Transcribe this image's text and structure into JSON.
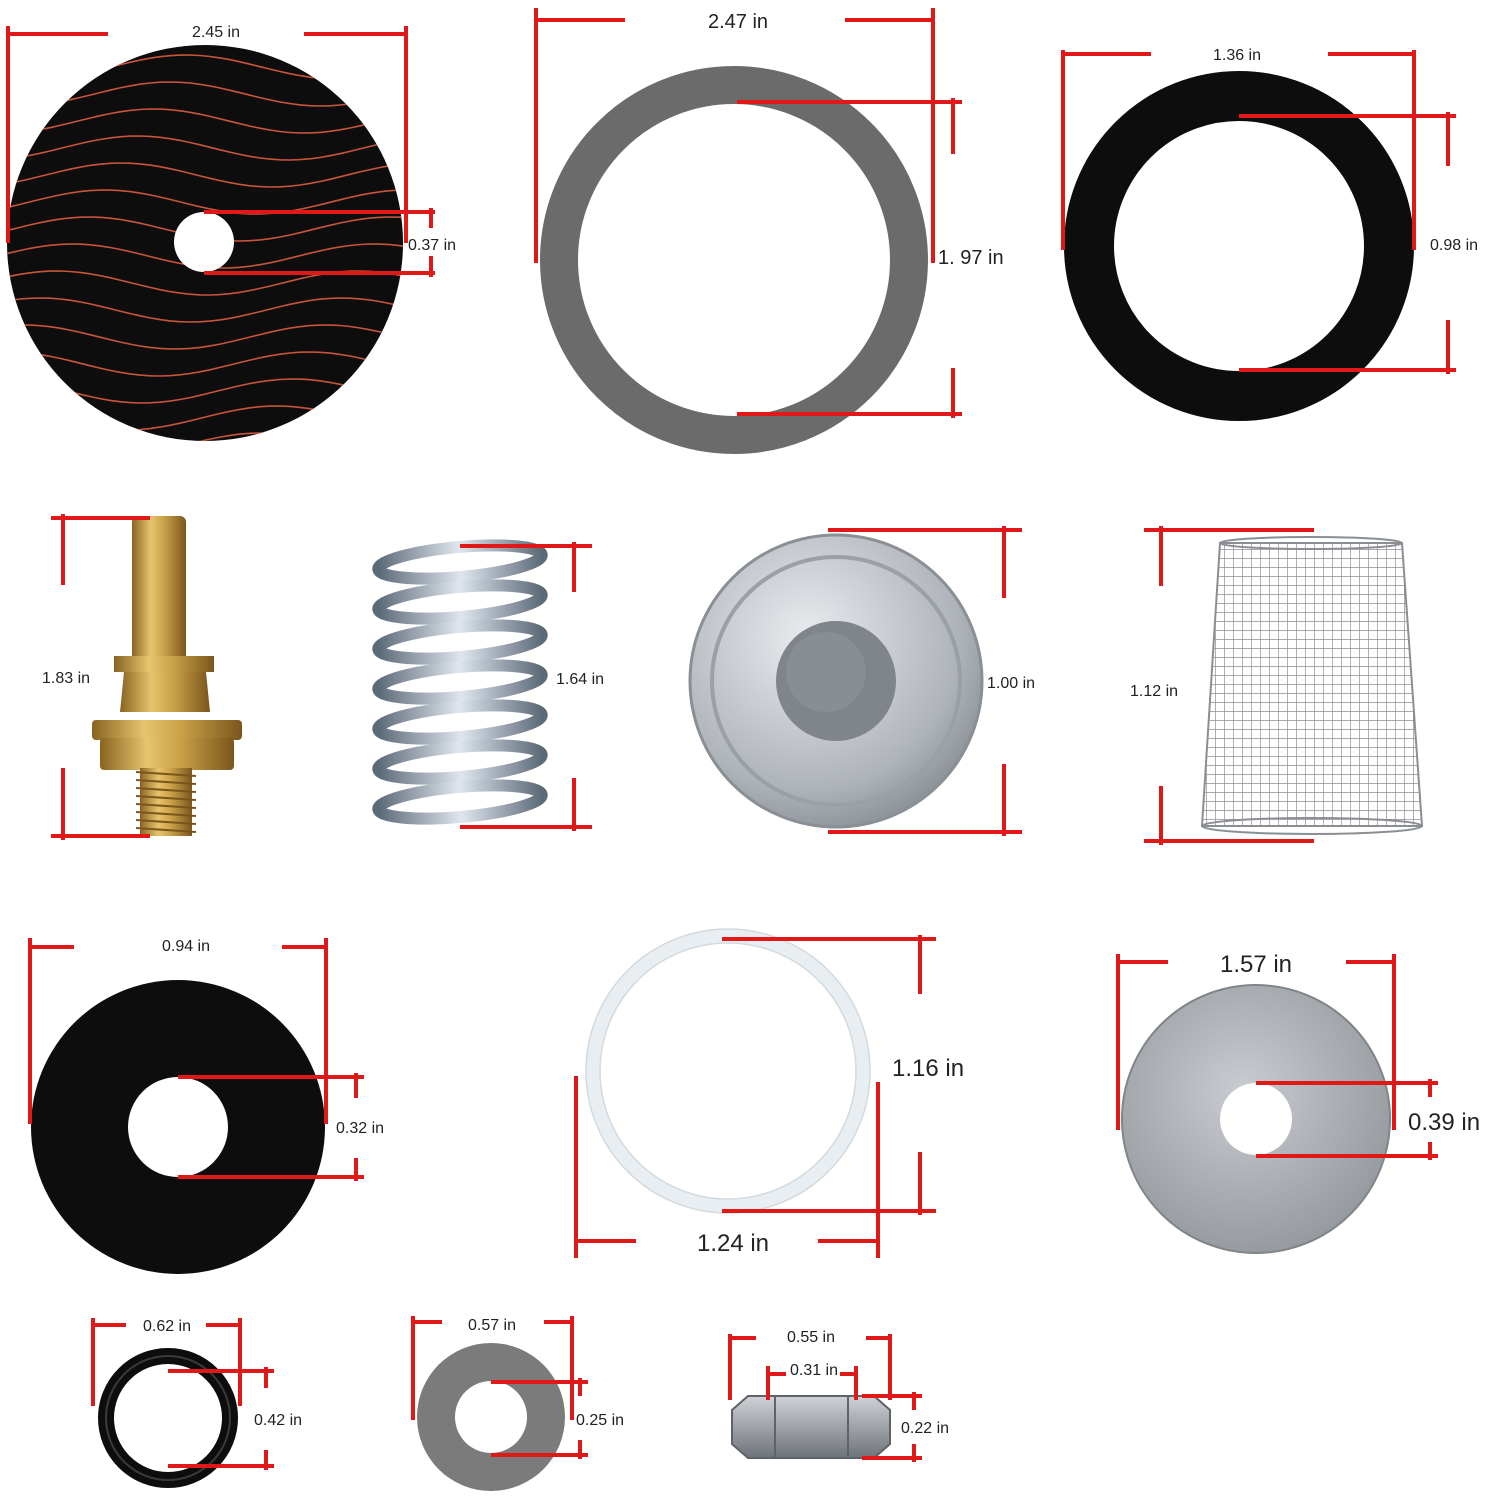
{
  "colors": {
    "dimension_line": "#e01818",
    "label_text": "#222222",
    "rubber_black": "#0d0d0d",
    "fiber_gasket_lines": "#c8553a",
    "gray_gasket": "#6b6b6b",
    "brass": "#c9a048",
    "steel": "#b8bcc2",
    "teflon_white": "#f2f2f2"
  },
  "parts": [
    {
      "id": "fiber-disc",
      "icon": "wavy-fiber-disc",
      "dimensions": [
        "2.45 in",
        "0.37 in"
      ]
    },
    {
      "id": "gray-gasket",
      "icon": "gray-ring-gasket",
      "dimensions": [
        "2.47 in",
        "1. 97 in"
      ]
    },
    {
      "id": "black-gasket",
      "icon": "black-ring-gasket",
      "dimensions": [
        "1.36 in",
        "0.98 in"
      ]
    },
    {
      "id": "brass-stem",
      "icon": "brass-threaded-stem",
      "dimensions": [
        "1.83 in"
      ]
    },
    {
      "id": "spring",
      "icon": "compression-spring",
      "dimensions": [
        "1.64 in"
      ]
    },
    {
      "id": "valve-cap",
      "icon": "steel-valve-disc",
      "dimensions": [
        "1.00 in"
      ]
    },
    {
      "id": "strainer",
      "icon": "mesh-strainer-cone",
      "dimensions": [
        "1.12 in"
      ]
    },
    {
      "id": "rubber-washer",
      "icon": "black-rubber-washer",
      "dimensions": [
        "0.94 in",
        "0.32 in"
      ]
    },
    {
      "id": "teflon-ring",
      "icon": "white-teflon-ring",
      "dimensions": [
        "1.16 in",
        "1.24 in"
      ]
    },
    {
      "id": "steel-washer",
      "icon": "steel-flat-washer",
      "dimensions": [
        "1.57 in",
        "0.39 in"
      ]
    },
    {
      "id": "o-ring",
      "icon": "black-o-ring",
      "dimensions": [
        "0.62 in",
        "0.42 in"
      ]
    },
    {
      "id": "gray-washer",
      "icon": "gray-small-washer",
      "dimensions": [
        "0.57 in",
        "0.25 in"
      ]
    },
    {
      "id": "hex-nut",
      "icon": "hex-nut",
      "dimensions": [
        "0.55 in",
        "0.31 in",
        "0.22 in"
      ]
    }
  ]
}
